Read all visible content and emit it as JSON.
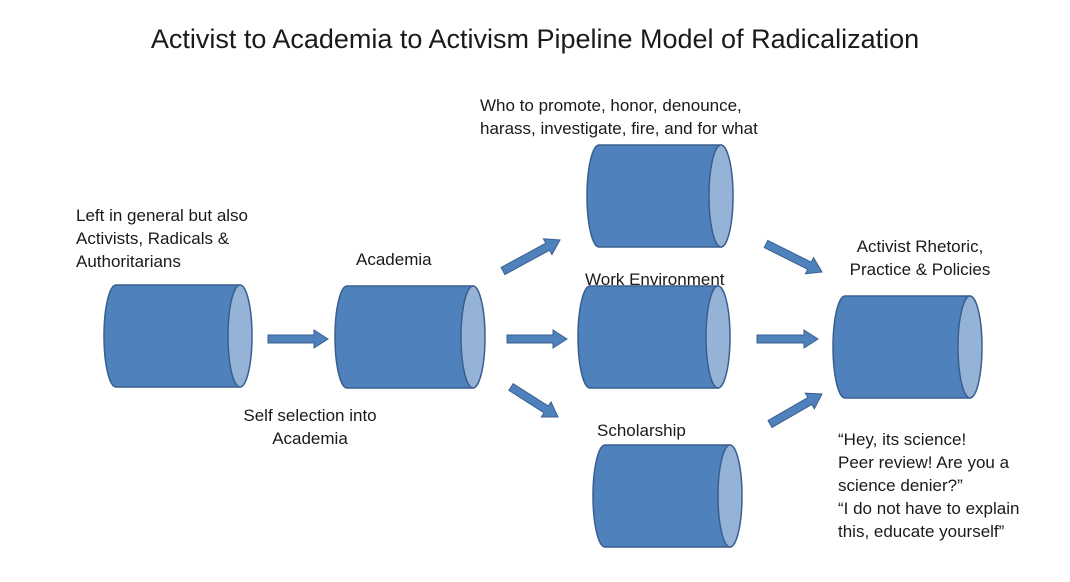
{
  "title": "Activist to Academia to Activism Pipeline Model of Radicalization",
  "colors": {
    "cylinder_body": "#4f81bd",
    "cylinder_cap": "#95b3d7",
    "outline": "#3a5f8f",
    "text": "#1a1a1a"
  },
  "nodes": {
    "left": {
      "label_lines": [
        "Left in general but also",
        "Activists, Radicals &",
        "Authoritarians"
      ]
    },
    "academia": {
      "label": "Academia"
    },
    "promote": {
      "label_lines": [
        "Who to promote, honor, denounce,",
        "harass, investigate, fire, and for what"
      ]
    },
    "work": {
      "label": "Work Environment"
    },
    "scholarship": {
      "label": "Scholarship"
    },
    "rhetoric": {
      "label_lines": [
        "Activist Rhetoric,",
        "Practice & Policies"
      ]
    }
  },
  "annotations": {
    "self_selection": [
      "Self selection into",
      "Academia"
    ],
    "quote": [
      "“Hey, its science!",
      "Peer review! Are you a",
      "science denier?”",
      "“I do not have to explain",
      "this, educate yourself”"
    ]
  }
}
